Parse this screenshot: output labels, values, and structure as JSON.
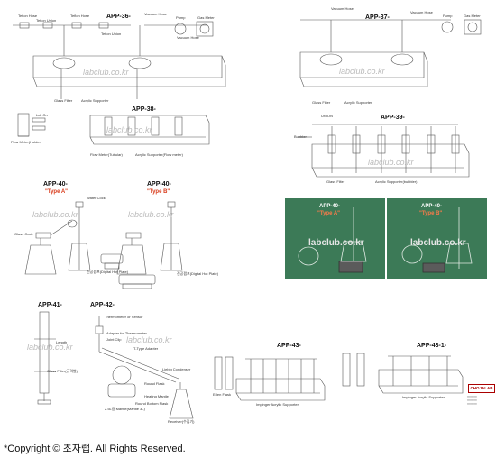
{
  "codes": {
    "app36": "APP-36-",
    "app37": "APP-37-",
    "app38": "APP-38-",
    "app39": "APP-39-",
    "app40a": "APP-40-",
    "app40b": "APP-40-",
    "app40p1": "APP-40-",
    "app40p2": "APP-40-",
    "app41": "APP-41-",
    "app42": "APP-42-",
    "app43": "APP-43-",
    "app431": "APP-43-1-"
  },
  "types": {
    "a": "\"Type A\"",
    "b": "\"Type B\"",
    "p1": "\"Type A\"",
    "p2": "\"Type B\""
  },
  "labels": {
    "teflon_hose_1": "Teflon Hose",
    "teflon_union": "Teflon Union",
    "teflon_hose_2": "Teflon Hose",
    "teflon_union_2": "Teflon Union",
    "vacuum_hose_1": "Vacuum Hose",
    "vacuum_hose_2": "Vacuum Hose",
    "pump_1": "Pump",
    "gas_meter_1": "Gas Meter",
    "glass_filter_1": "Glass Filter",
    "acrylic_supporter_1": "Acrylic Supporter",
    "vacuum_hose_3": "Vacuum Hose",
    "vacuum_hose_4": "Vacuum Hose",
    "pump_2": "Pump",
    "gas_meter_2": "Gas Meter",
    "glass_filter_2": "Glass Filter",
    "acrylic_supporter_2": "Acrylic Supporter",
    "lock_on": "Lck On",
    "flow_meter_holder": "Flow Meter(Holder)",
    "flow_meter_tb": "Flow Meter(Tubular)",
    "acrylic_supporter_fm": "Acrylic Supporter(Flow meter)",
    "union": "UNION",
    "bubbler": "Bubbler",
    "glass_filter_3": "Glass Filter",
    "acrylic_supporter_bubbler": "Acrylic Supporter(bubbler)",
    "water_cock": "Water Cock",
    "glass_cock": "Glass Cock",
    "vacuum_hot_plate_a": "진공펌프(Digital Hot Plate)",
    "vacuum_hot_plate_b": "진공펌프(Digital Hot Plate)",
    "length": "Length",
    "glass_filter_41": "Glass Filter(규격별)",
    "thermometer_sensor": "Thermometer or Sensor",
    "adapter_thermometer": "Adapter for Thermometer",
    "joint_clip": "Joint Clip",
    "t_type_adapter": "T-Type Adapter",
    "liebig_condenser": "Liebig Condenser",
    "round_flask": "Round Flask",
    "heating_mantle": "Heating Mantle",
    "round_bottom_flask": "Round Bottom Flask",
    "receiver": "Receiver(수집기)",
    "impinger_acrylic": "Impinger Acrylic Supporter",
    "impinger_acrylic_2": "Impinger Acrylic Supporter",
    "erlen_flask": "Erlen Flask",
    "mantle_label": "2.5L용 Mantle(Mantle 3L)",
    "logo": "CHOJALAB"
  },
  "watermarks": {
    "wm1": "labclub.co.kr",
    "wm2": "labclub.co.kr",
    "wm3": "labclub.co.kr",
    "wm4": "labclub.co.kr",
    "wm5": "labclub.co.kr",
    "wm6": "labclub.co.kr",
    "wm7": "labclub.co.kr",
    "wm8": "labclub.co.kr"
  },
  "footer": {
    "text": "*Copyright © 초자랩.      All Rights Reserved."
  },
  "colors": {
    "type_a": "#d83a1a",
    "type_b": "#d83a1a",
    "photo_bg": "#3c7a57",
    "brand": "#aa0000"
  }
}
